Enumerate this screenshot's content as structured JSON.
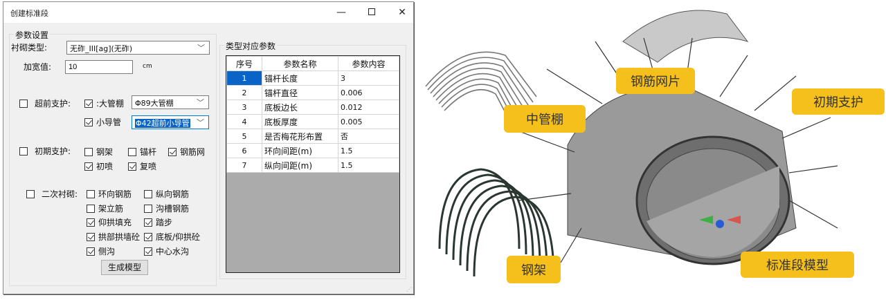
{
  "dialog": {
    "title": "创建标准段",
    "window_controls": {
      "minimize": "—",
      "maximize": "☐",
      "close": "✕"
    },
    "params_group": {
      "label": "参数设置",
      "lining_type_label": "衬砌类型:",
      "lining_type_value": "无砟_III[ag](无砟)",
      "widen_label": "加宽值:",
      "widen_value": "10",
      "widen_unit": "cm",
      "advance_support": {
        "label": "超前支护:",
        "checked": false,
        "large_pipe": {
          "label": ":大管棚",
          "checked": true,
          "combo_value": "Φ89大管棚"
        },
        "small_pipe": {
          "label": "小导管",
          "checked": true,
          "combo_value": "Φ42超前小导管"
        }
      },
      "initial_support": {
        "label": "初期支护:",
        "checked": false,
        "items": [
          {
            "label": "钢架",
            "checked": false
          },
          {
            "label": "锚杆",
            "checked": false
          },
          {
            "label": "钢筋网",
            "checked": true
          },
          {
            "label": "初喷",
            "checked": true
          },
          {
            "label": "复喷",
            "checked": true
          }
        ]
      },
      "secondary_lining": {
        "label": "二次衬砌:",
        "checked": false,
        "items": [
          {
            "label": "环向钢筋",
            "checked": false
          },
          {
            "label": "纵向钢筋",
            "checked": false
          },
          {
            "label": "架立筋",
            "checked": false
          },
          {
            "label": "沟槽钢筋",
            "checked": false
          },
          {
            "label": "仰拱填充",
            "checked": true
          },
          {
            "label": "踏步",
            "checked": true
          },
          {
            "label": "拱部拱墙砼",
            "checked": true
          },
          {
            "label": "底板/仰拱砼",
            "checked": true
          },
          {
            "label": "侧沟",
            "checked": true
          },
          {
            "label": "中心水沟",
            "checked": true
          }
        ]
      },
      "generate_button": "生成模型"
    },
    "type_group": {
      "label": "类型对应参数",
      "columns": [
        "序号",
        "参数名称",
        "参数内容"
      ],
      "rows": [
        {
          "no": "1",
          "name": "锚杆长度",
          "value": "3"
        },
        {
          "no": "2",
          "name": "锚杆直径",
          "value": "0.006"
        },
        {
          "no": "3",
          "name": "底板边长",
          "value": "0.012"
        },
        {
          "no": "4",
          "name": "底板厚度",
          "value": "0.005"
        },
        {
          "no": "5",
          "name": "是否梅花形布置",
          "value": "否"
        },
        {
          "no": "6",
          "name": "环向间距(m)",
          "value": "1.5"
        },
        {
          "no": "7",
          "name": "纵向间距(m)",
          "value": "1.5"
        }
      ]
    }
  },
  "illustration": {
    "labels": {
      "middle_pipe_shed": "中管棚",
      "rebar_mesh": "钢筋网片",
      "initial_support": "初期支护",
      "steel_frame": "钢架",
      "standard_segment_model": "标准段模型"
    },
    "colors": {
      "tag_bg": "#f5bf1c",
      "selection": "#0a64c8"
    }
  }
}
